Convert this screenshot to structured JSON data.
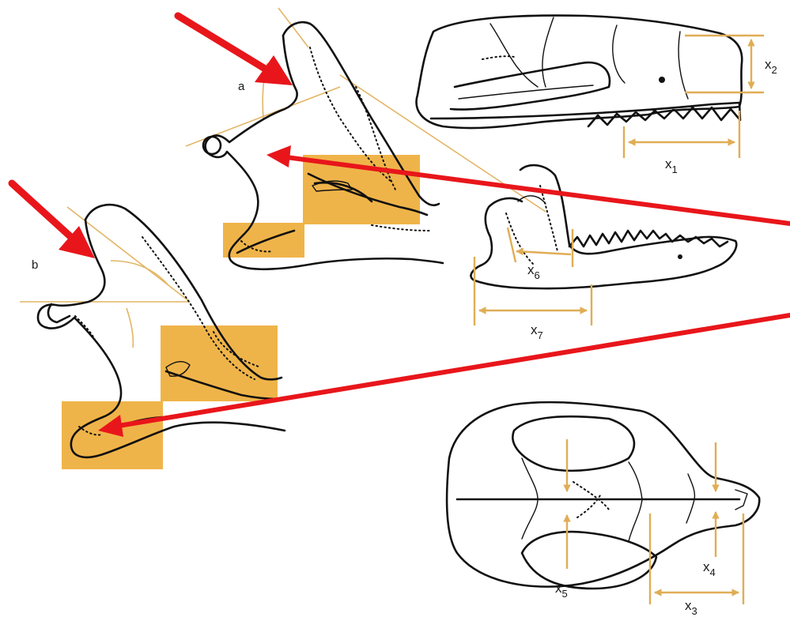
{
  "colors": {
    "arrow": "#e8161b",
    "box": "#efb449",
    "measure": "#e0ad55",
    "ink": "#111111"
  },
  "labels": {
    "a": "a",
    "b": "b",
    "x1": "x",
    "x1_sub": "1",
    "x2": "x",
    "x2_sub": "2",
    "x3": "x",
    "x3_sub": "3",
    "x4": "x",
    "x4_sub": "4",
    "x5": "x",
    "x5_sub": "5",
    "x6": "x",
    "x6_sub": "6",
    "x7": "x",
    "x7_sub": "7"
  }
}
